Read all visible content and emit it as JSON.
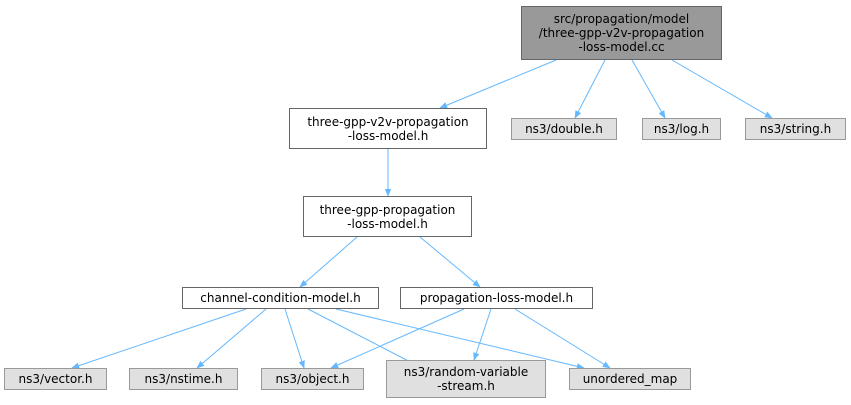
{
  "diagram": {
    "edge_color": "#63b8ff",
    "nodes": [
      {
        "id": "root",
        "label": "src/propagation/model\n/three-gpp-v2v-propagation\n-loss-model.cc",
        "style": "dark"
      },
      {
        "id": "v2v_h",
        "label": "three-gpp-v2v-propagation\n-loss-model.h",
        "style": "white"
      },
      {
        "id": "double",
        "label": "ns3/double.h",
        "style": "gray"
      },
      {
        "id": "log",
        "label": "ns3/log.h",
        "style": "gray"
      },
      {
        "id": "string",
        "label": "ns3/string.h",
        "style": "gray"
      },
      {
        "id": "tgpp_h",
        "label": "three-gpp-propagation\n-loss-model.h",
        "style": "white"
      },
      {
        "id": "channel",
        "label": "channel-condition-model.h",
        "style": "white"
      },
      {
        "id": "prop",
        "label": "propagation-loss-model.h",
        "style": "white"
      },
      {
        "id": "vector",
        "label": "ns3/vector.h",
        "style": "gray"
      },
      {
        "id": "nstime",
        "label": "ns3/nstime.h",
        "style": "gray"
      },
      {
        "id": "object",
        "label": "ns3/object.h",
        "style": "gray"
      },
      {
        "id": "random",
        "label": "ns3/random-variable\n-stream.h",
        "style": "gray"
      },
      {
        "id": "umap",
        "label": "unordered_map",
        "style": "gray"
      }
    ],
    "edges": [
      [
        "root",
        "v2v_h"
      ],
      [
        "root",
        "double"
      ],
      [
        "root",
        "log"
      ],
      [
        "root",
        "string"
      ],
      [
        "v2v_h",
        "tgpp_h"
      ],
      [
        "tgpp_h",
        "channel"
      ],
      [
        "tgpp_h",
        "prop"
      ],
      [
        "channel",
        "vector"
      ],
      [
        "channel",
        "nstime"
      ],
      [
        "channel",
        "object"
      ],
      [
        "channel",
        "random"
      ],
      [
        "channel",
        "umap"
      ],
      [
        "prop",
        "object"
      ],
      [
        "prop",
        "random"
      ],
      [
        "prop",
        "umap"
      ]
    ]
  }
}
